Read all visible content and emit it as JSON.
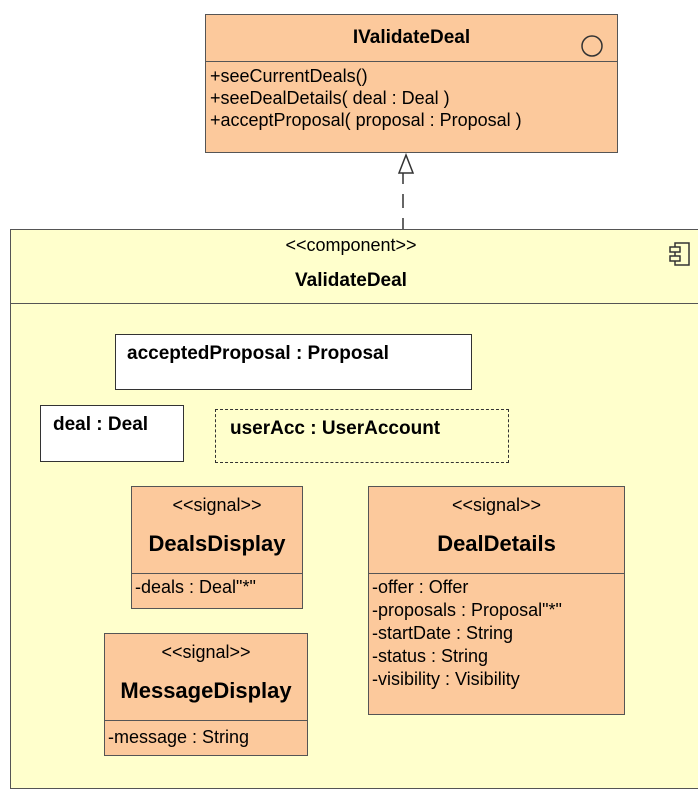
{
  "interface": {
    "name": "IValidateDeal",
    "operations": [
      "+seeCurrentDeals()",
      "+seeDealDetails( deal : Deal )",
      "+acceptProposal( proposal : Proposal )"
    ]
  },
  "component": {
    "stereotype": "<<component>>",
    "name": "ValidateDeal",
    "icon": "component-icon"
  },
  "parts": {
    "accepted_proposal": "acceptedProposal : Proposal",
    "deal": "deal : Deal",
    "user_acc": "userAcc : UserAccount"
  },
  "signals": {
    "deals_display": {
      "stereotype": "<<signal>>",
      "name": "DealsDisplay",
      "attributes": [
        "-deals : Deal\"*\""
      ]
    },
    "deal_details": {
      "stereotype": "<<signal>>",
      "name": "DealDetails",
      "attributes": [
        "-offer : Offer",
        "-proposals : Proposal\"*\"",
        "-startDate : String",
        "-status : String",
        "-visibility : Visibility"
      ]
    },
    "message_display": {
      "stereotype": "<<signal>>",
      "name": "MessageDisplay",
      "attributes": [
        "-message : String"
      ]
    }
  },
  "colors": {
    "signal_fill": "#fcc99c",
    "component_fill": "#ffffcc",
    "border": "#555555"
  }
}
